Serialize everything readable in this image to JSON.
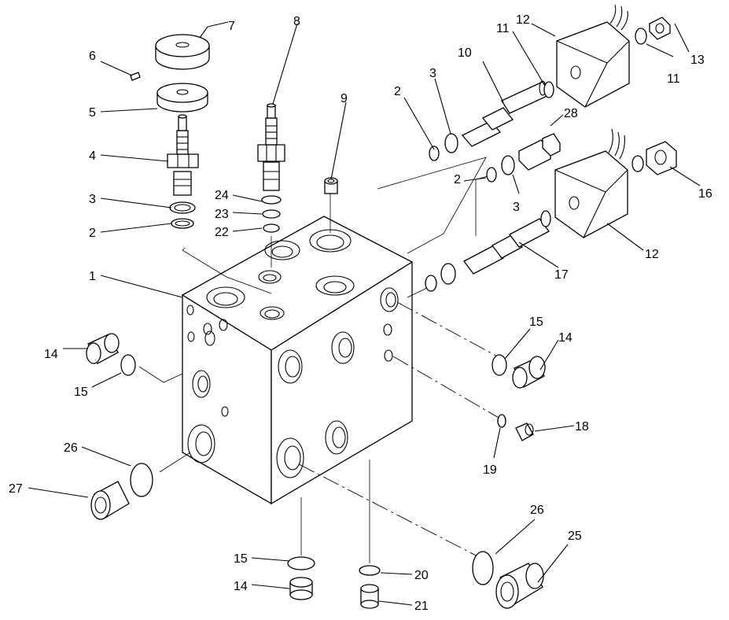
{
  "callouts": [
    {
      "id": "c1",
      "text": "1"
    },
    {
      "id": "c2a",
      "text": "2"
    },
    {
      "id": "c2b",
      "text": "2"
    },
    {
      "id": "c2c",
      "text": "2"
    },
    {
      "id": "c3a",
      "text": "3"
    },
    {
      "id": "c3b",
      "text": "3"
    },
    {
      "id": "c3c",
      "text": "3"
    },
    {
      "id": "c4",
      "text": "4"
    },
    {
      "id": "c5",
      "text": "5"
    },
    {
      "id": "c6",
      "text": "6"
    },
    {
      "id": "c7",
      "text": "7"
    },
    {
      "id": "c8",
      "text": "8"
    },
    {
      "id": "c9",
      "text": "9"
    },
    {
      "id": "c10",
      "text": "10"
    },
    {
      "id": "c11a",
      "text": "11"
    },
    {
      "id": "c11b",
      "text": "11"
    },
    {
      "id": "c12a",
      "text": "12"
    },
    {
      "id": "c12b",
      "text": "12"
    },
    {
      "id": "c13",
      "text": "13"
    },
    {
      "id": "c14a",
      "text": "14"
    },
    {
      "id": "c14b",
      "text": "14"
    },
    {
      "id": "c14c",
      "text": "14"
    },
    {
      "id": "c15a",
      "text": "15"
    },
    {
      "id": "c15b",
      "text": "15"
    },
    {
      "id": "c15c",
      "text": "15"
    },
    {
      "id": "c16",
      "text": "16"
    },
    {
      "id": "c17",
      "text": "17"
    },
    {
      "id": "c18",
      "text": "18"
    },
    {
      "id": "c19",
      "text": "19"
    },
    {
      "id": "c20",
      "text": "20"
    },
    {
      "id": "c21",
      "text": "21"
    },
    {
      "id": "c22",
      "text": "22"
    },
    {
      "id": "c23",
      "text": "23"
    },
    {
      "id": "c24",
      "text": "24"
    },
    {
      "id": "c25",
      "text": "25"
    },
    {
      "id": "c26a",
      "text": "26"
    },
    {
      "id": "c26b",
      "text": "26"
    },
    {
      "id": "c27",
      "text": "27"
    },
    {
      "id": "c28",
      "text": "28"
    }
  ]
}
